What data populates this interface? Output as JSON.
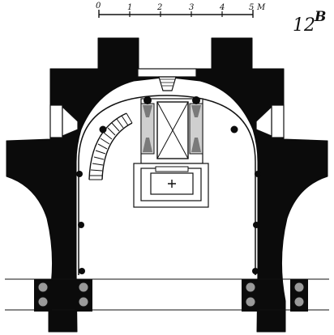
{
  "figure": {
    "label": "12",
    "label_superscript": "B"
  },
  "scale_bar": {
    "ticks": [
      "0",
      "1",
      "2",
      "3",
      "4",
      "5"
    ],
    "unit": "M"
  },
  "colors": {
    "wall": "#0b0b0b",
    "ink": "#111111",
    "paper": "#ffffff",
    "column_fill": "#9a9a9a"
  }
}
